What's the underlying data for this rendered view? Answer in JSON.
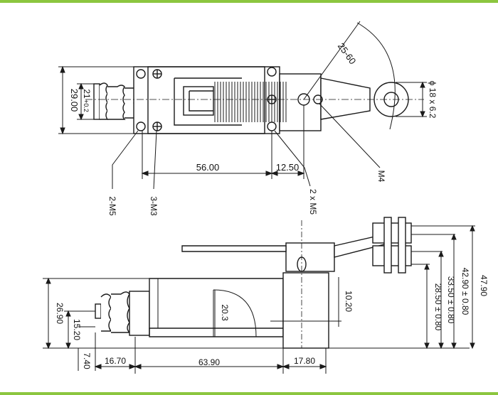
{
  "colors": {
    "band": "#8cc63f",
    "line": "#1a1a1a",
    "fill": "#ffffff"
  },
  "top_view": {
    "dims": {
      "height": "29.00",
      "plunger": "21",
      "plunger_tol": "+0.2",
      "length_a": "56.00",
      "length_b": "12.50",
      "arm": "25-60",
      "roller": "ϕ 18 x 6.2"
    },
    "callouts": {
      "mount_holes": "2-M5",
      "screws": "3-M3",
      "arm_holes": "2 x M5",
      "pivot": "M4"
    }
  },
  "side_view": {
    "dims": {
      "height_base": "26.90",
      "plunger_height": "15.20",
      "offset_small": "7.40",
      "width_a": "16.70",
      "width_b": "63.90",
      "radius": "20.3",
      "width_c": "17.80",
      "height_c": "10.20",
      "roller_height_1": "28.50 ± 0.80",
      "roller_height_2": "33.50 ± 0.80",
      "roller_height_3": "42.90 ± 0.80",
      "total_height": "47.90"
    }
  }
}
